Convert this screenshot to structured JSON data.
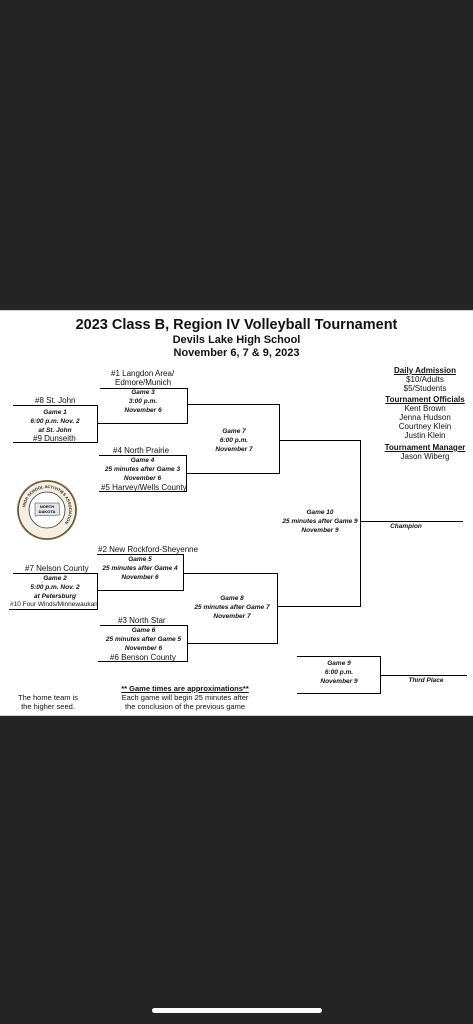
{
  "header": {
    "title": "2023 Class B, Region IV Volleyball Tournament",
    "school": "Devils Lake High School",
    "dates": "November 6, 7 & 9, 2023"
  },
  "teams": {
    "t1": "#1 Langdon Area/",
    "t1b": "Edmore/Munich",
    "t8": "#8 St. John",
    "t9": "#9 Dunseith",
    "t4": "#4 North Prairie",
    "t5": "#5 Harvey/Wells County",
    "t2": "#2 New Rockford-Sheyenne",
    "t7": "#7 Nelson County",
    "t10": "#10 Four Winds/Minnewaukan",
    "t3": "#3 North Star",
    "t6": "#6 Benson County"
  },
  "games": {
    "g1": [
      "Game 1",
      "6:00 p.m. Nov. 2",
      "at St. John"
    ],
    "g2": [
      "Game 2",
      "5:00 p.m. Nov. 2",
      "at Petersburg"
    ],
    "g3": [
      "Game 3",
      "3:00 p.m.",
      "November 6"
    ],
    "g4": [
      "Game 4",
      "25 minutes after Game 3",
      "November 6"
    ],
    "g5": [
      "Game 5",
      "25 minutes after Game 4",
      "November 6"
    ],
    "g6": [
      "Game 6",
      "25 minutes after Game 5",
      "November 6"
    ],
    "g7": [
      "Game 7",
      "6:00 p.m.",
      "November 7"
    ],
    "g8": [
      "Game 8",
      "25 minutes after Game 7",
      "November 7"
    ],
    "g9": [
      "Game 9",
      "6:00 p.m.",
      "November 9"
    ],
    "g10": [
      "Game 10",
      "25 minutes after Game 9",
      "November 9"
    ]
  },
  "results": {
    "champion": "Champion",
    "third_place": "Third Place"
  },
  "sidebar": {
    "admission_head": "Daily Admission",
    "admission_adults": "$10/Adults",
    "admission_students": "$5/Students",
    "officials_head": "Tournament Officials",
    "officials": [
      "Kent Brown",
      "Jenna Hudson",
      "Courtney Klein",
      "Justin Klein"
    ],
    "manager_head": "Tournament Manager",
    "manager": "Jason Wiberg"
  },
  "notes": {
    "home1": "The home team is",
    "home2": "the higher seed.",
    "times_head": "** Game times are approximations**",
    "times1": "Each game will begin 25 minutes after",
    "times2": "the conclusion of the previous game"
  },
  "seal": {
    "ring_text": "HIGH SCHOOL ACTIVITIES ASSOCIATION",
    "center_line1": "NORTH",
    "center_line2": "DAKOTA"
  }
}
